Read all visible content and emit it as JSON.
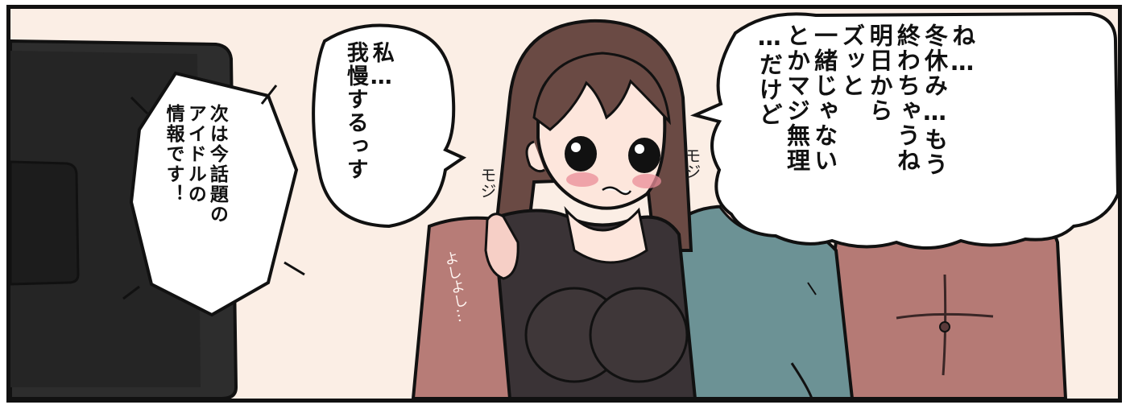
{
  "panel": {
    "tv_caption": "次は今話題の\nアイドルの\n情報です！",
    "girl_bubble": "私…\n我慢するっす",
    "boy_bubble": "ね…\n冬休み…もう\n終わちゃうね\n明日から\nズッと\n一緒じゃない\nとかマジ無理\n…だけど",
    "sfx_girl": "モジ",
    "sfx_boy": "モジ",
    "sfx_pat": "よしよし…"
  },
  "colors": {
    "wall": "#fbeee5",
    "tv_black": "#2b2b2b",
    "sofa": "#b77c77",
    "sweater_black": "#3a3336",
    "hoodie_teal": "#6c9295",
    "hair": "#6a4a44",
    "skin": "#fde6dc",
    "blush": "#e98c98"
  }
}
